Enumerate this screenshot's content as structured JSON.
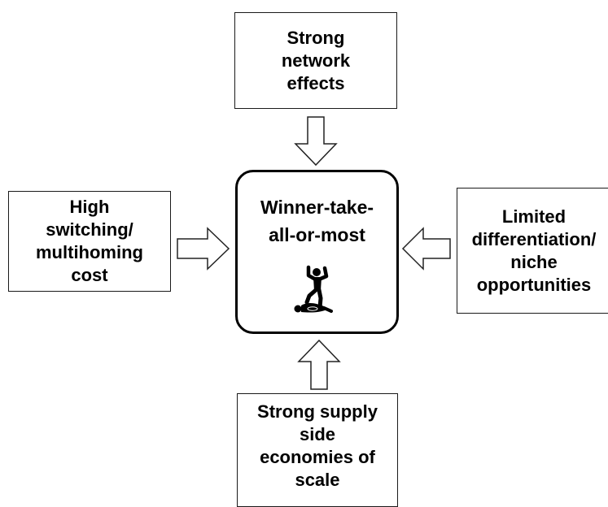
{
  "center": {
    "title_lines": [
      "Winner-take-",
      "all-or-most"
    ],
    "icon": "winner-standing-on-loser-icon"
  },
  "top_box": {
    "lines": [
      "Strong",
      "network",
      "effects"
    ]
  },
  "left_box": {
    "lines": [
      "High",
      "switching/",
      "multihoming",
      "cost"
    ]
  },
  "right_box": {
    "lines": [
      "Limited",
      "differentiation/",
      "niche",
      "opportunities"
    ]
  },
  "bottom_box": {
    "lines": [
      "Strong supply",
      "side",
      "economies of",
      "scale"
    ]
  },
  "colors": {
    "stroke": "#000000",
    "background": "#ffffff"
  }
}
